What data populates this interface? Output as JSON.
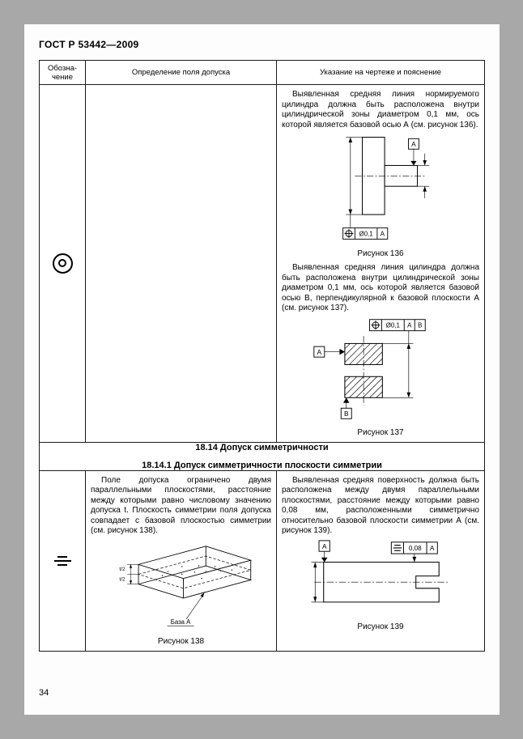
{
  "page": {
    "header": "ГОСТ Р 53442—2009",
    "number": "34"
  },
  "table_headers": {
    "col1_line1": "Обозна-",
    "col1_line2": "чение",
    "col2": "Определение поля допуска",
    "col3": "Указание на чертеже и пояснение"
  },
  "row_concentricity": {
    "para1": "Выявленная средняя линия нормируемого цилиндра должна быть расположена внутри цилиндрической зоны диаметром 0,1 мм, ось которой является базовой осью А (см. рисунок 136).",
    "fig136": {
      "datum_a": "А",
      "fcf_value": "Ø0,1",
      "fcf_datum": "А",
      "caption": "Рисунок 136"
    },
    "para2": "Выявленная средняя линия цилиндра должна быть расположена внутри цилиндрической зоны диаметром 0,1 мм, ось которой является базовой осью В, перпендикулярной к базовой плоскости А (см. рисунок 137).",
    "fig137": {
      "fcf_value": "Ø0,1",
      "fcf_datum1": "А",
      "fcf_datum2": "В",
      "datum_a": "А",
      "datum_b": "В",
      "caption": "Рисунок 137"
    }
  },
  "section": {
    "title": "18.14 Допуск симметричности",
    "subtitle": "18.14.1 Допуск симметричности плоскости симметрии"
  },
  "row_symmetry": {
    "definition": "Поле допуска ограничено двумя параллельными плоскостями, расстояние между которыми равно числовому значению допуска t. Плоскость симметрии поля допуска совпадает с базовой плоскостью симметрии (см. рисунок 138).",
    "fig138": {
      "t_half": "t/2",
      "base_label": "База А",
      "caption": "Рисунок 138"
    },
    "explanation": "Выявленная средняя поверхность должна быть расположена между двумя параллельными плоскостями, расстояние между которыми равно 0,08 мм, расположенными симметрично относительно базовой плоскости симметрии А (см. рисунок 139).",
    "fig139": {
      "datum_a": "А",
      "fcf_value": "0,08",
      "fcf_datum": "А",
      "caption": "Рисунок 139"
    }
  }
}
